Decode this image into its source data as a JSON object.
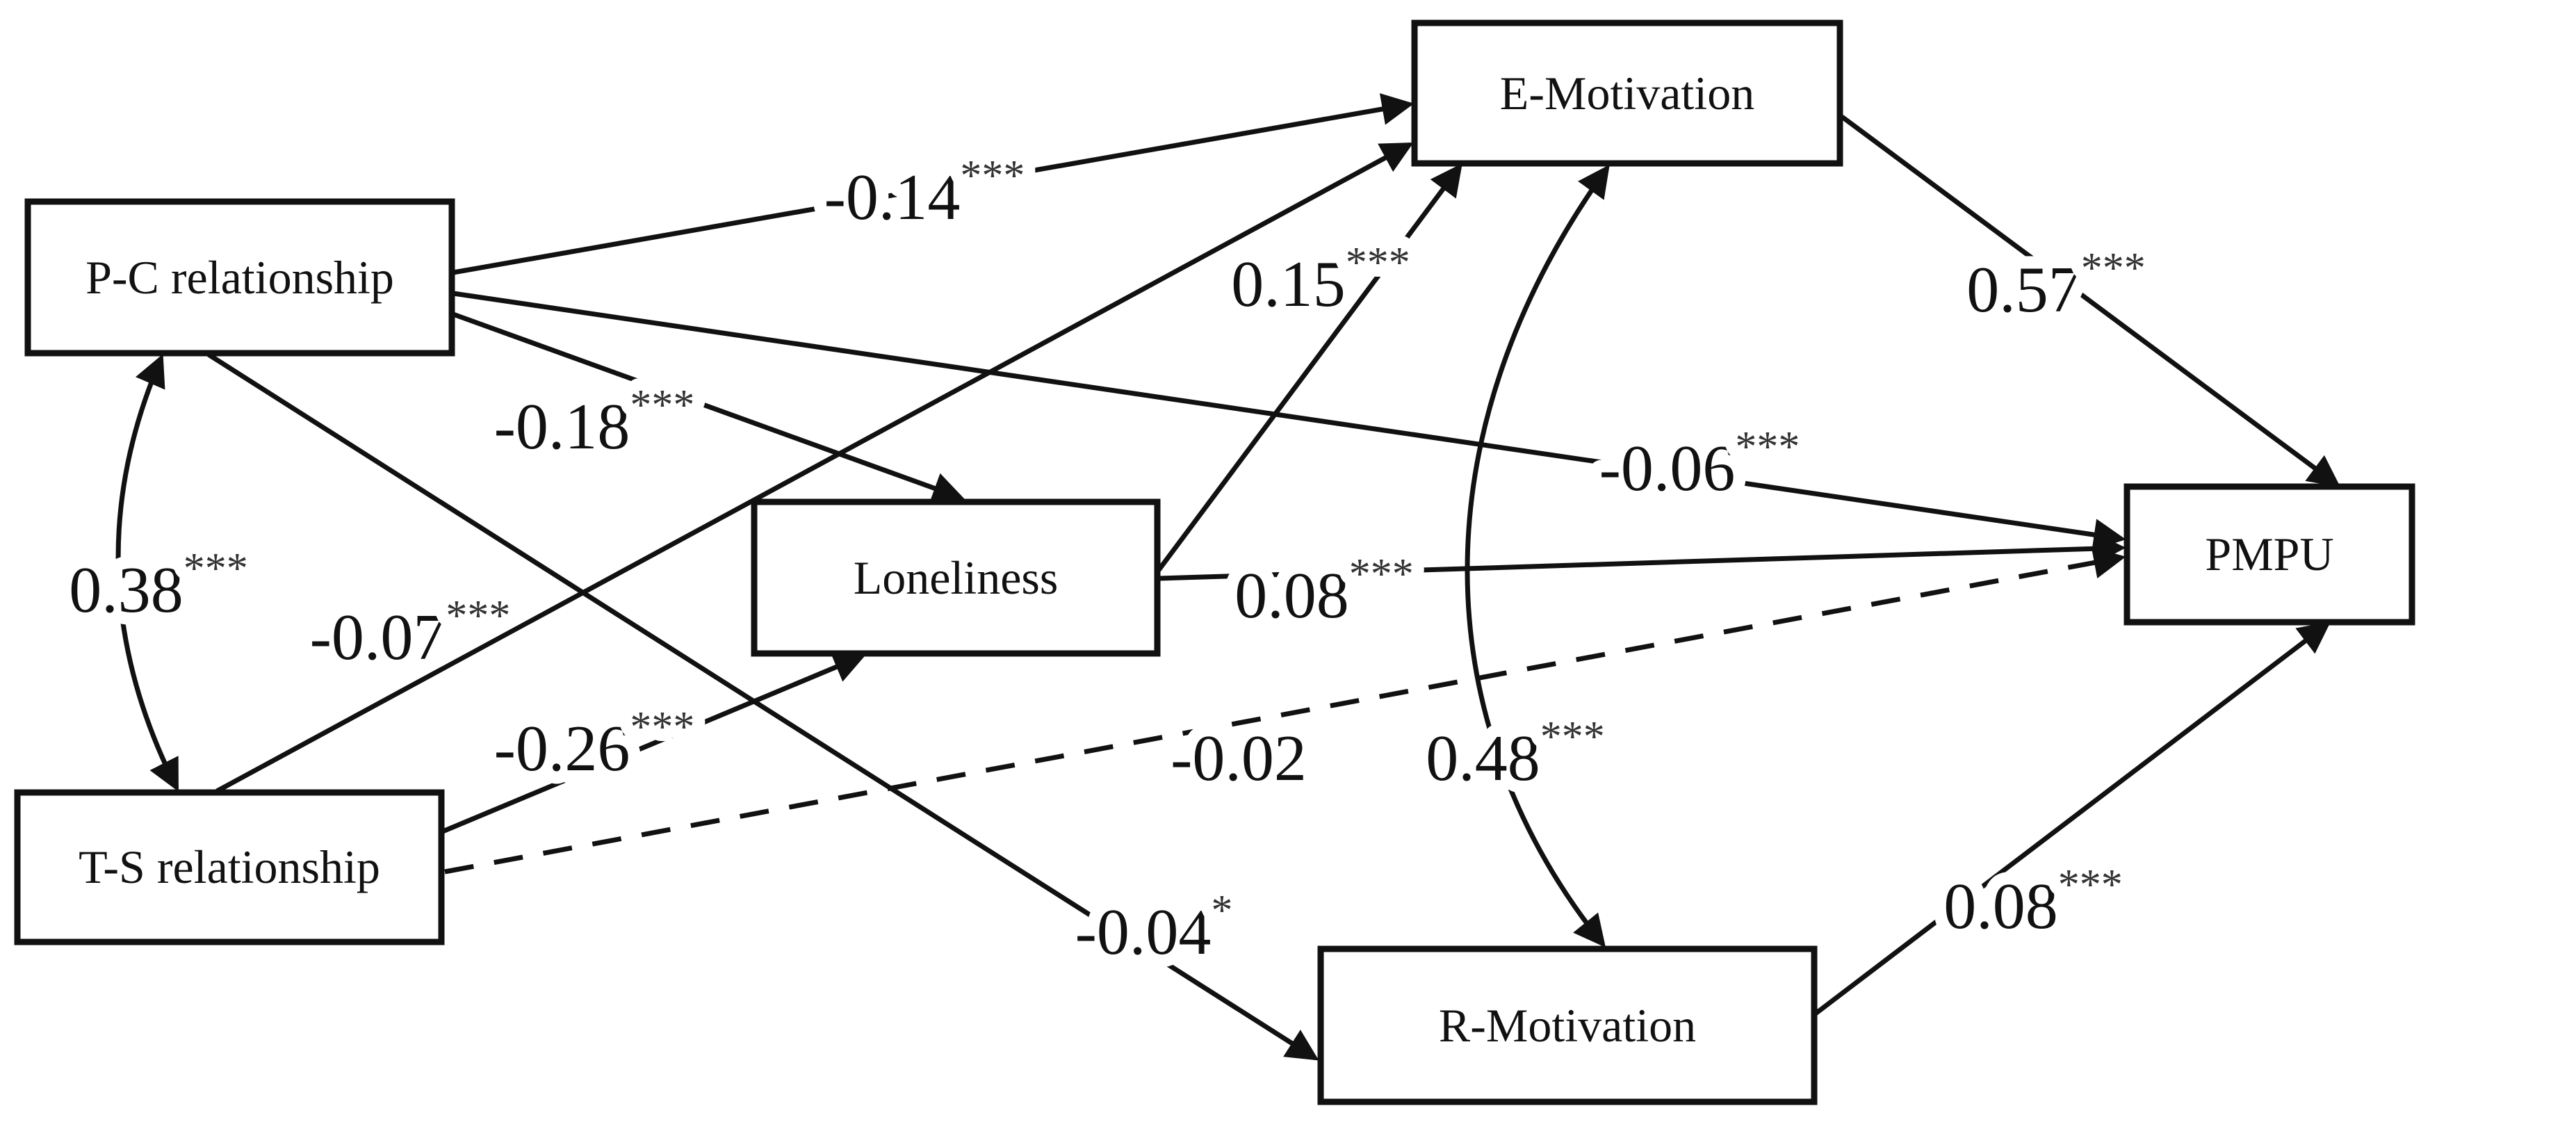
{
  "diagram": {
    "title": "Path model of relationships, loneliness, motivations and PMPU",
    "colors": {
      "line": "#111111",
      "background": "#ffffff",
      "text": "#111111"
    },
    "boxes": {
      "pc": {
        "label": "P-C relationship"
      },
      "ts": {
        "label": "T-S relationship"
      },
      "lon": {
        "label": "Loneliness"
      },
      "em": {
        "label": "E-Motivation"
      },
      "rm": {
        "label": "R-Motivation"
      },
      "pmpu": {
        "label": "PMPU"
      }
    },
    "paths": [
      {
        "name": "pc-ts-correlation",
        "from": "P-C relationship",
        "to": "T-S relationship",
        "coef": "0.38",
        "sig": "***",
        "line": "solid",
        "arrows": "double"
      },
      {
        "name": "pc-to-emotivation",
        "from": "P-C relationship",
        "to": "E-Motivation",
        "coef": "-0.14",
        "sig": "***",
        "line": "solid",
        "arrows": "single"
      },
      {
        "name": "pc-to-loneliness",
        "from": "P-C relationship",
        "to": "Loneliness",
        "coef": "-0.18",
        "sig": "***",
        "line": "solid",
        "arrows": "single"
      },
      {
        "name": "pc-to-pmpu",
        "from": "P-C relationship",
        "to": "PMPU",
        "coef": "-0.06",
        "sig": "***",
        "line": "solid",
        "arrows": "single"
      },
      {
        "name": "pc-to-rmotivation",
        "from": "P-C relationship",
        "to": "R-Motivation",
        "coef": "-0.04",
        "sig": "*",
        "line": "solid",
        "arrows": "single"
      },
      {
        "name": "ts-to-emotivation",
        "from": "T-S relationship",
        "to": "E-Motivation",
        "coef": "-0.07",
        "sig": "***",
        "line": "solid",
        "arrows": "single"
      },
      {
        "name": "ts-to-loneliness",
        "from": "T-S relationship",
        "to": "Loneliness",
        "coef": "-0.26",
        "sig": "***",
        "line": "solid",
        "arrows": "single"
      },
      {
        "name": "ts-to-pmpu",
        "from": "T-S relationship",
        "to": "PMPU",
        "coef": "-0.02",
        "sig": "",
        "line": "dashed",
        "arrows": "single"
      },
      {
        "name": "lon-to-emotivation",
        "from": "Loneliness",
        "to": "E-Motivation",
        "coef": "0.15",
        "sig": "***",
        "line": "solid",
        "arrows": "single"
      },
      {
        "name": "lon-to-pmpu",
        "from": "Loneliness",
        "to": "PMPU",
        "coef": "0.08",
        "sig": "***",
        "line": "solid",
        "arrows": "single"
      },
      {
        "name": "em-to-pmpu",
        "from": "E-Motivation",
        "to": "PMPU",
        "coef": "0.57",
        "sig": "***",
        "line": "solid",
        "arrows": "single"
      },
      {
        "name": "em-rm-correlation",
        "from": "E-Motivation",
        "to": "R-Motivation",
        "coef": "0.48",
        "sig": "***",
        "line": "solid",
        "arrows": "double"
      },
      {
        "name": "rm-to-pmpu",
        "from": "R-Motivation",
        "to": "PMPU",
        "coef": "0.08",
        "sig": "***",
        "line": "solid",
        "arrows": "single"
      }
    ]
  }
}
